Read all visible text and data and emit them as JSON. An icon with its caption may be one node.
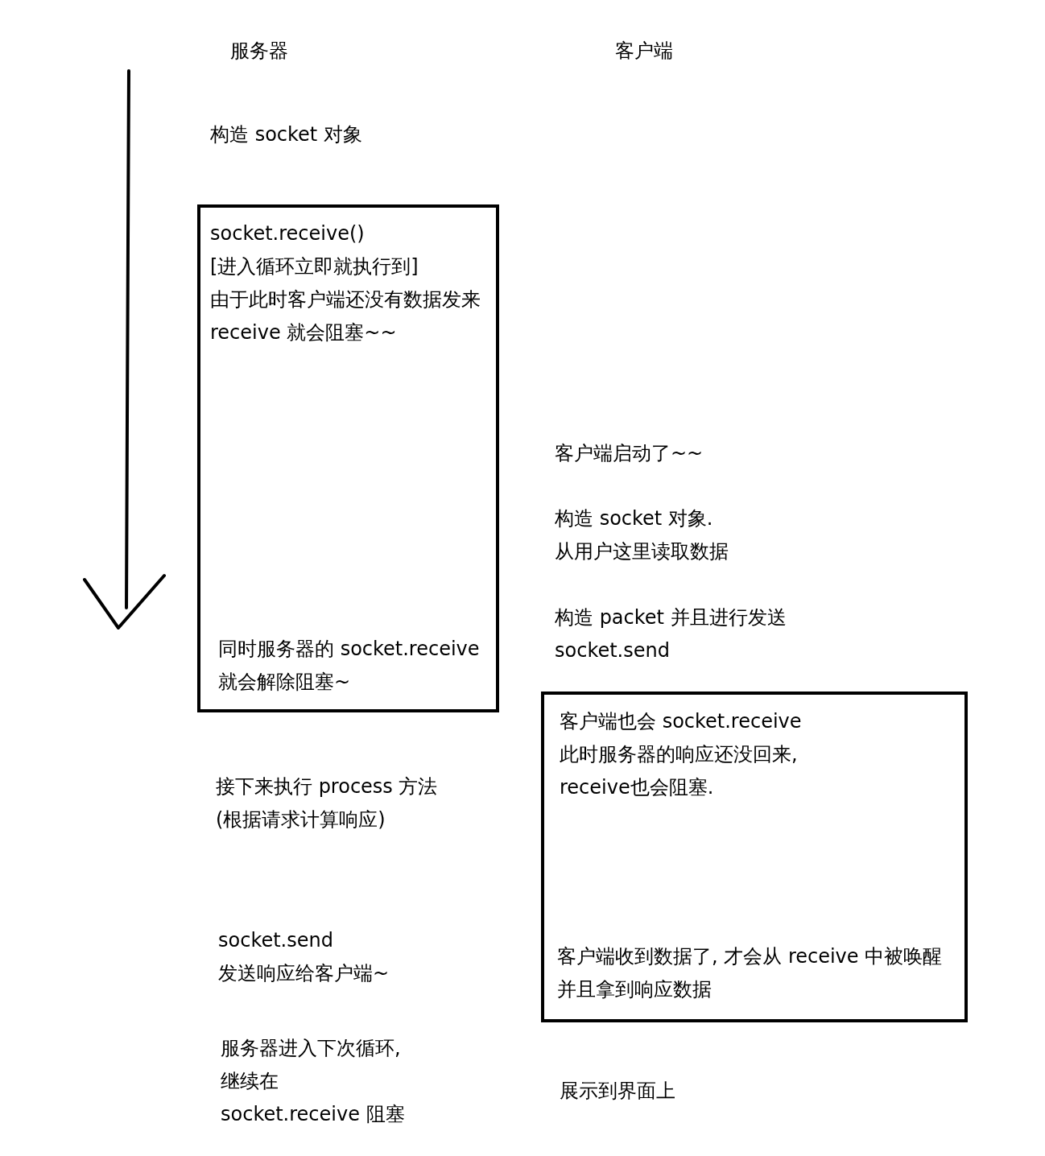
{
  "diagram": {
    "nodes": [
      {
        "text": [
          "socket.receive() [进入循环立即就执行到] 由于此时客户端还没有数据发来 receive 就会阻塞~~",
          "同时服务器的 socket.receive 就会解除阻塞~"
        ]
      },
      {
        "text": [
          "客户端也会 socket.receive 此时服务器的响应还没回来, receive也会阻塞.",
          "客户端收到数据了, 才会从 receive 中被唤醒并且拿到响应数据"
        ]
      }
    ],
    "labels": [
      "服务器",
      "客户端",
      "构造 socket 对象",
      "客户端启动了~~",
      "构造 socket 对象. 从用户这里读取数据",
      "构造 packet 并且进行发送 socket.send",
      "接下来执行 process 方法 (根据请求计算响应)",
      "socket.send 发送响应给客户端~",
      "服务器进入下次循环, 继续在 socket.receive 阻塞",
      "展示到界面上"
    ]
  }
}
